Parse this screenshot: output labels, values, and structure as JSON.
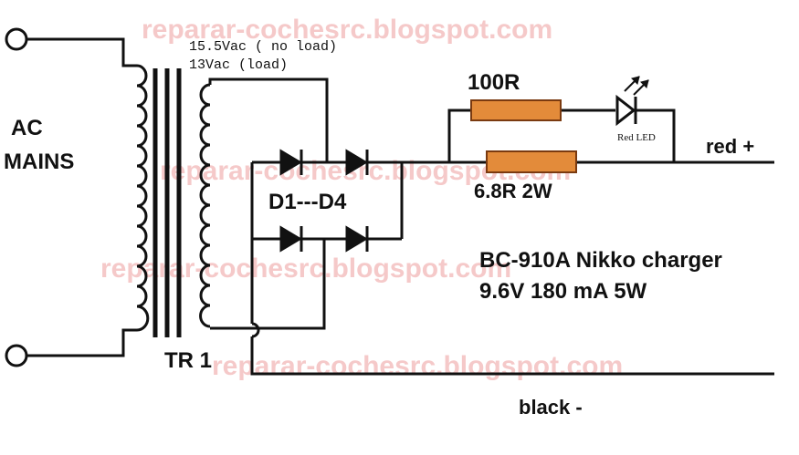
{
  "watermark": "reparar-cochesrc.blogspot.com",
  "labels": {
    "ac_mains_line1": "AC",
    "ac_mains_line2": "MAINS",
    "voltage_no_load": "15.5Vac ( no load)",
    "voltage_load": "13Vac (load)",
    "transformer": "TR 1",
    "diodes": "D1---D4",
    "resistor_led": "100R",
    "led": "Red LED",
    "resistor_main": "6.8R  2W",
    "positive_output": "red +",
    "negative_output": "black  -",
    "charger_model": "BC-910A Nikko charger",
    "charger_spec": "9.6V 180 mA  5W"
  },
  "colors": {
    "wire": "#111111",
    "resistor_fill": "#e38b3a",
    "resistor_border": "#7a3a10",
    "watermark": "#f2b8b8",
    "background": "#ffffff"
  }
}
